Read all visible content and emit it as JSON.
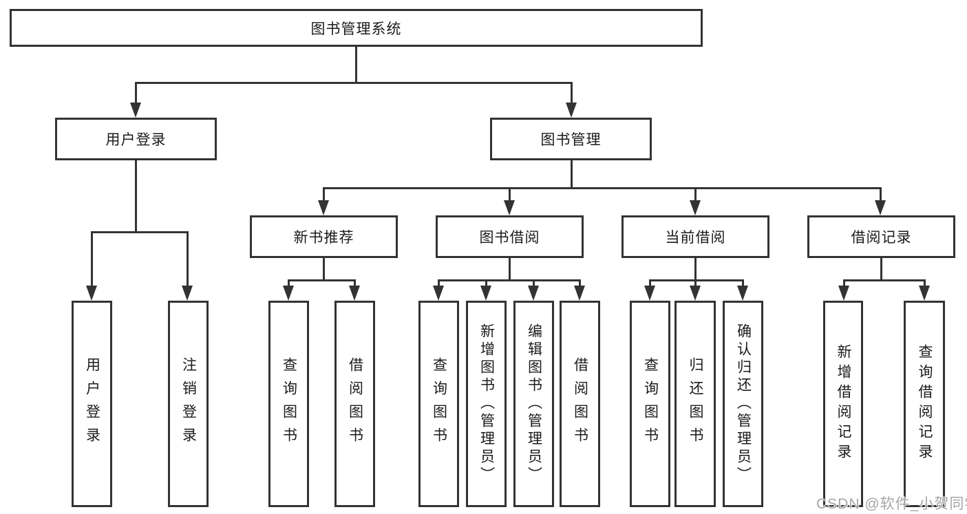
{
  "diagram": {
    "root": {
      "label": "图书管理系统"
    },
    "level2": [
      {
        "label": "用户登录"
      },
      {
        "label": "图书管理"
      }
    ],
    "level3": [
      {
        "parent": "图书管理",
        "label": "新书推荐"
      },
      {
        "parent": "图书管理",
        "label": "图书借阅"
      },
      {
        "parent": "图书管理",
        "label": "当前借阅"
      },
      {
        "parent": "图书管理",
        "label": "借阅记录"
      }
    ],
    "leaves": [
      {
        "parent": "用户登录",
        "label": "用户登录"
      },
      {
        "parent": "用户登录",
        "label": "注销登录"
      },
      {
        "parent": "新书推荐",
        "label": "查询图书"
      },
      {
        "parent": "新书推荐",
        "label": "借阅图书"
      },
      {
        "parent": "图书借阅",
        "label": "查询图书"
      },
      {
        "parent": "图书借阅",
        "label": "新增图书（管理员）"
      },
      {
        "parent": "图书借阅",
        "label": "编辑图书（管理员）"
      },
      {
        "parent": "图书借阅",
        "label": "借阅图书"
      },
      {
        "parent": "当前借阅",
        "label": "查询图书"
      },
      {
        "parent": "当前借阅",
        "label": "归还图书"
      },
      {
        "parent": "当前借阅",
        "label": "确认归还（管理员）"
      },
      {
        "parent": "借阅记录",
        "label": "新增借阅记录"
      },
      {
        "parent": "借阅记录",
        "label": "查询借阅记录"
      }
    ],
    "colors": {
      "line": "#333333",
      "box_border": "#333333",
      "text": "#1b1b1b",
      "background": "#ffffff",
      "watermark": "#a5a5a5"
    },
    "watermark_text": "CSDN @软件_小贺同学"
  }
}
